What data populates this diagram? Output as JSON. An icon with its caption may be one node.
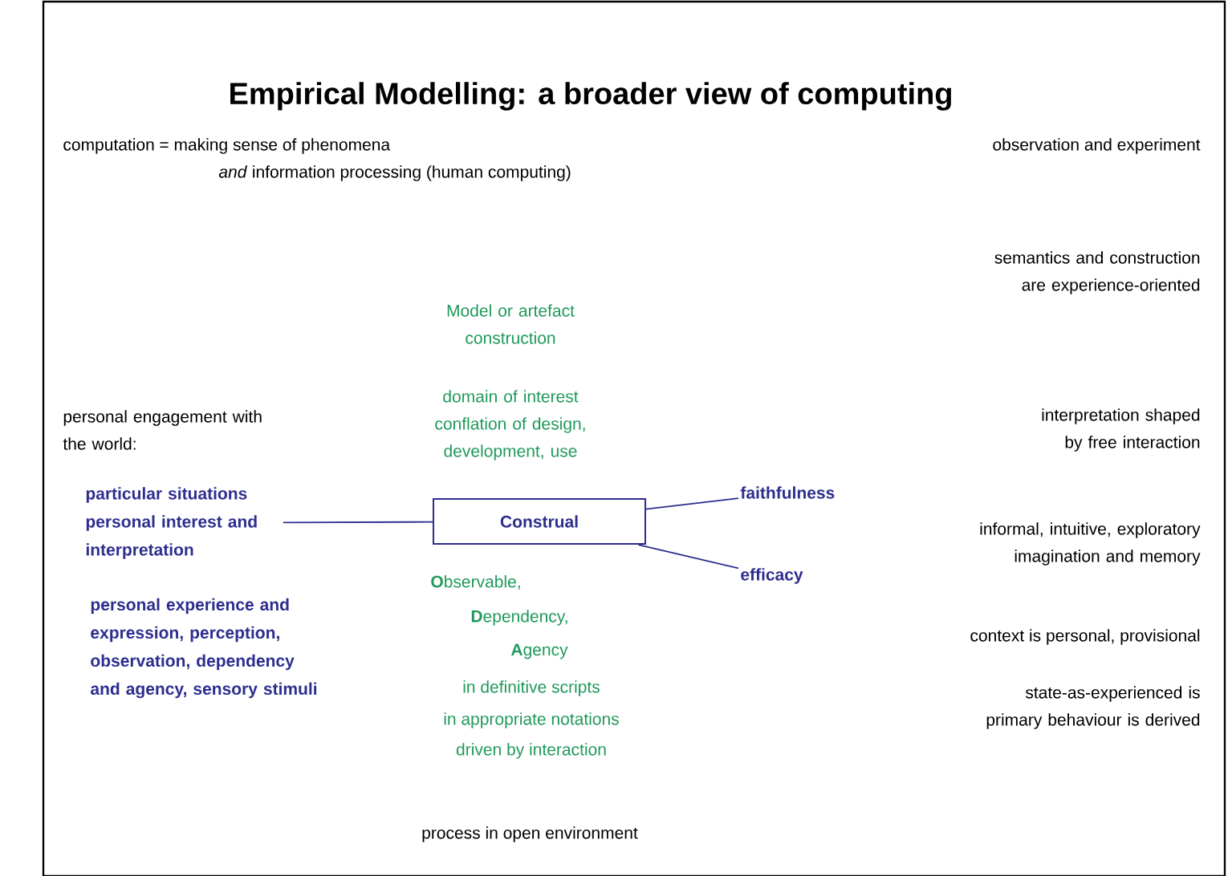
{
  "diagram": {
    "title": "Empirical Modelling: a broader view of computing",
    "nodes": [
      {
        "text": [
          "Construal"
        ]
      },
      {
        "text": [
          "particular situations personal interest and interpretation"
        ]
      },
      {
        "text": [
          "faithfulness"
        ]
      },
      {
        "text": [
          "efficacy"
        ]
      }
    ],
    "edges": [
      {
        "from": 1,
        "to": 0,
        "arrow": "none"
      },
      {
        "from": 0,
        "to": 2,
        "arrow": "none"
      },
      {
        "from": 0,
        "to": 3,
        "arrow": "none"
      }
    ],
    "labels": [
      "computation",
      "= making sense of phenomena",
      "*and* information processing (human computing)",
      "observation and experiment",
      "semantics and construction are experience-oriented",
      "Model or artefact construction",
      "personal engagement with the world:",
      "domain of interest conflation of design, development, use",
      "interpretation shaped by free interaction",
      "informal, intuitive, exploratory imagination and memory",
      "**O**bservable,",
      "**D**ependency,",
      "**A**gency",
      "personal experience and expression, perception, observation, dependency and agency, sensory stimuli",
      "context is personal, provisional",
      "in definitive scripts",
      "in appropriate notations",
      "state-as-experienced is primary behaviour is derived",
      "driven by interaction",
      "process in open environment"
    ]
  }
}
